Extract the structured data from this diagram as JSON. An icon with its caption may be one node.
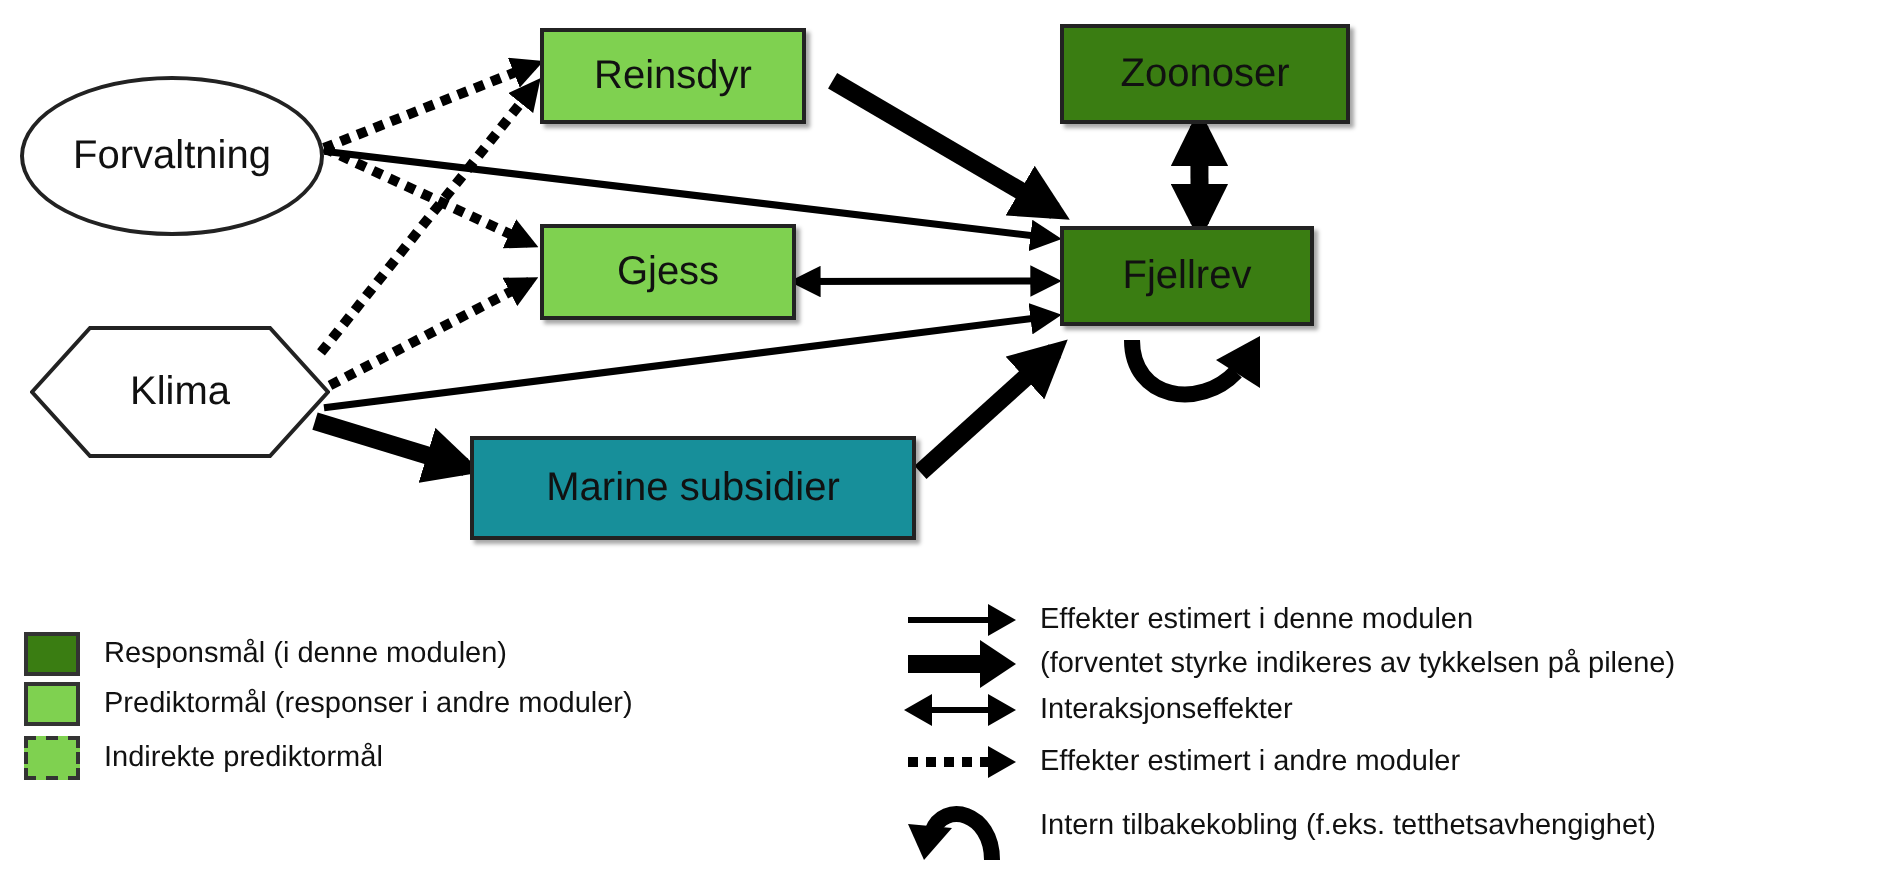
{
  "diagram": {
    "nodes": [
      {
        "text": [
          "Reinsdyr"
        ]
      },
      {
        "text": [
          "Zoonoser"
        ]
      },
      {
        "text": [
          "Forvaltning"
        ]
      },
      {
        "text": [
          "Gjess"
        ]
      },
      {
        "text": [
          "Fjellrev"
        ]
      },
      {
        "text": [
          "Klima"
        ]
      },
      {
        "text": [
          "Marine subsidier"
        ]
      }
    ],
    "edges": [
      {
        "from": 2,
        "to": 0,
        "arrow": "to",
        "style": "dashed"
      },
      {
        "from": 2,
        "to": 3,
        "arrow": "to",
        "style": "dashed"
      },
      {
        "from": 5,
        "to": 0,
        "arrow": "to",
        "style": "dashed"
      },
      {
        "from": 5,
        "to": 3,
        "arrow": "to",
        "style": "dashed"
      },
      {
        "from": 2,
        "to": 4,
        "arrow": "to"
      },
      {
        "from": 0,
        "to": 4,
        "arrow": "to",
        "style": "thick"
      },
      {
        "from": 3,
        "to": 4,
        "arrow": "both"
      },
      {
        "from": 5,
        "to": 4,
        "arrow": "to"
      },
      {
        "from": 5,
        "to": 6,
        "arrow": "to",
        "style": "thick"
      },
      {
        "from": 6,
        "to": 4,
        "arrow": "to",
        "style": "thick"
      },
      {
        "from": 1,
        "to": 4,
        "arrow": "both",
        "style": "thick"
      }
    ],
    "legend": [
      {
        "text": "Responsmål (i denne modulen)",
        "color": "#3a7d12"
      },
      {
        "text": "Prediktormål (responser i andre moduler)",
        "color": "#7fd150"
      },
      {
        "text": "Indirekte prediktormål",
        "color": "#7fd150"
      },
      {
        "text": "Effekter estimert i denne modulen"
      },
      {
        "text": "(forventet styrke indikeres av tykkelsen på pilene)"
      },
      {
        "text": "Interaksjonseffekter"
      },
      {
        "text": "Effekter estimert i andre moduler"
      },
      {
        "text": "Intern tilbakekobling (f.eks. tetthetsavhengighet)"
      }
    ]
  }
}
